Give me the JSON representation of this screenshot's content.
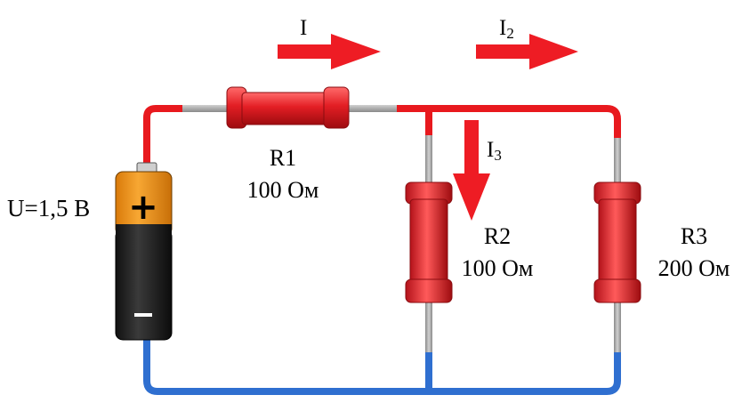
{
  "colors": {
    "wire_positive": "#e8191e",
    "wire_negative": "#2f6fd0",
    "resistor_body": "#e31e24",
    "resistor_dark": "#a90f14",
    "lead": "#a8a8a8",
    "arrow": "#ee1c24",
    "battery_top": "#f29a1f",
    "battery_bottom": "#1f1f1f"
  },
  "battery": {
    "label": "U=1,5 В",
    "plus": "+",
    "minus": "−"
  },
  "resistors": [
    {
      "name": "R1",
      "value": "100 Ом"
    },
    {
      "name": "R2",
      "value": "100 Ом"
    },
    {
      "name": "R3",
      "value": "200 Ом"
    }
  ],
  "currents": {
    "total": {
      "base": "I",
      "sub": ""
    },
    "i2": {
      "base": "I",
      "sub": "2"
    },
    "i3": {
      "base": "I",
      "sub": "3"
    }
  }
}
